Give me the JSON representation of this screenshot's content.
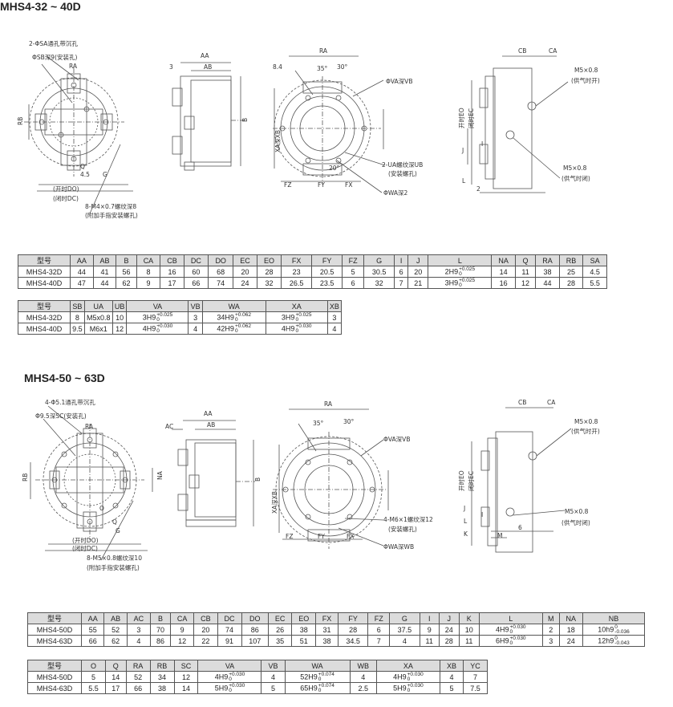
{
  "section1": {
    "title": "MHS4-32 ~ 40D",
    "labels": {
      "sa_hole": "2-ΦSA通孔带沉孔",
      "sb_depth": "ΦSB深9(安装孔)",
      "ra_small": "RA",
      "rb": "RB",
      "open_do": "(开时DO)",
      "closed_dc": "(闭时DC)",
      "thread_m4": "8-M4×0.7螺纹深8",
      "finger_note": "(附加手指安装螺孔)",
      "dim_45": "4.5",
      "dim_g": "G",
      "dim_q": "Q",
      "dim_aa": "AA",
      "dim_ab": "AB",
      "dim_3": "3",
      "dim_b": "B",
      "dim_ra": "RA",
      "dim_84": "8.4",
      "dim_35": "35°",
      "dim_30": "30°",
      "va_depth": "ΦVA深VB",
      "ua_thread": "2-UA螺纹深UB",
      "install_hole": "(安装螺孔)",
      "wa_depth": "ΦWA深2",
      "xa_xb": "XA深XB",
      "dim_fz": "FZ",
      "dim_fy": "FY",
      "dim_fx": "FX",
      "dim_20": "20°",
      "dim_cb": "CB",
      "dim_ca": "CA",
      "m5_open": "M5×0.8",
      "supply_open": "(供气时开)",
      "m5_close": "M5×0.8",
      "supply_close": "(供气时闭)",
      "open_eo": "开时EO",
      "closed_ec": "闭时EC",
      "dim_j": "J",
      "dim_l": "L",
      "dim_2": "2",
      "dim_i": "I"
    }
  },
  "table1": {
    "headers": [
      "型号",
      "AA",
      "AB",
      "B",
      "CA",
      "CB",
      "DC",
      "DO",
      "EC",
      "EO",
      "FX",
      "FY",
      "FZ",
      "G",
      "I",
      "J",
      "L",
      "NA",
      "Q",
      "RA",
      "RB",
      "SA"
    ],
    "rows": [
      [
        "MHS4-32D",
        "44",
        "41",
        "56",
        "8",
        "16",
        "60",
        "68",
        "20",
        "28",
        "23",
        "20.5",
        "5",
        "30.5",
        "6",
        "20",
        "2H9",
        "14",
        "11",
        "38",
        "25",
        "4.5"
      ],
      [
        "MHS4-40D",
        "47",
        "44",
        "62",
        "9",
        "17",
        "66",
        "74",
        "24",
        "32",
        "26.5",
        "23.5",
        "6",
        "32",
        "7",
        "21",
        "3H9",
        "16",
        "12",
        "44",
        "28",
        "5.5"
      ]
    ],
    "l_tol": [
      [
        "+0.025",
        "0"
      ],
      [
        "+0.025",
        "0"
      ]
    ]
  },
  "table2": {
    "headers": [
      "型号",
      "SB",
      "UA",
      "UB",
      "VA",
      "VB",
      "WA",
      "XA",
      "XB"
    ],
    "rows": [
      [
        "MHS4-32D",
        "8",
        "M5x0.8",
        "10",
        "3H9",
        "3",
        "34H9",
        "3H9",
        "3"
      ],
      [
        "MHS4-40D",
        "9.5",
        "M6x1",
        "12",
        "4H9",
        "4",
        "42H9",
        "4H9",
        "4"
      ]
    ],
    "va_tol": [
      [
        "+0.025",
        "0"
      ],
      [
        "+0.030",
        "0"
      ]
    ],
    "wa_tol": [
      [
        "+0.062",
        "0"
      ],
      [
        "+0.062",
        "0"
      ]
    ],
    "xa_tol": [
      [
        "+0.025",
        "0"
      ],
      [
        "+0.030",
        "0"
      ]
    ]
  },
  "section2": {
    "title": "MHS4-50 ~ 63D",
    "labels": {
      "sa_hole": "4-Φ5.1通孔带沉孔",
      "sc_depth": "Φ9.5深SC(安装孔)",
      "ra_small": "RA",
      "rb": "RB",
      "na": "NA",
      "open_do": "(开时DO)",
      "closed_dc": "(闭时DC)",
      "thread_m5": "8-M5×0.8螺纹深10",
      "finger_note": "(附加手指安装螺孔)",
      "dim_g": "G",
      "dim_q": "Q",
      "dim_o": "O",
      "dim_aa": "AA",
      "dim_ab": "AB",
      "dim_ac": "AC",
      "dim_b": "B",
      "dim_ra": "RA",
      "dim_35": "35°",
      "dim_30": "30°",
      "va_depth": "ΦVA深VB",
      "m6_thread": "4-M6×1螺纹深12",
      "install_hole": "(安装螺孔)",
      "wa_depth": "ΦWA深WB",
      "xa_xb": "XA深XB",
      "dim_fz": "FZ",
      "dim_fy": "FY",
      "dim_fx": "FX",
      "dim_cb": "CB",
      "dim_ca": "CA",
      "m5_open": "M5×0.8",
      "supply_open": "(供气时开)",
      "m5_close": "M5×0.8",
      "supply_close": "(供气时闭)",
      "open_eo": "开时EO",
      "closed_ec": "闭时EC",
      "dim_j": "J",
      "dim_l": "L",
      "dim_k": "K",
      "dim_m": "M",
      "dim_i": "I",
      "dim_6": "6"
    }
  },
  "table3": {
    "headers": [
      "型号",
      "AA",
      "AB",
      "AC",
      "B",
      "CA",
      "CB",
      "DC",
      "DO",
      "EC",
      "EO",
      "FX",
      "FY",
      "FZ",
      "G",
      "I",
      "J",
      "K",
      "L",
      "M",
      "NA",
      "NB"
    ],
    "rows": [
      [
        "MHS4-50D",
        "55",
        "52",
        "3",
        "70",
        "9",
        "20",
        "74",
        "86",
        "26",
        "38",
        "31",
        "28",
        "6",
        "37.5",
        "9",
        "24",
        "10",
        "4H9",
        "2",
        "18",
        "10h9"
      ],
      [
        "MHS4-63D",
        "66",
        "62",
        "4",
        "86",
        "12",
        "22",
        "91",
        "107",
        "35",
        "51",
        "38",
        "34.5",
        "7",
        "4",
        "11",
        "28",
        "11",
        "6H9",
        "3",
        "24",
        "12h9"
      ]
    ],
    "l_tol": [
      [
        "+0.030",
        "0"
      ],
      [
        "+0.030",
        "0"
      ]
    ],
    "nb_tol": [
      [
        "0",
        "-0.036"
      ],
      [
        "0",
        "-0.043"
      ]
    ]
  },
  "table4": {
    "headers": [
      "型号",
      "O",
      "Q",
      "RA",
      "RB",
      "SC",
      "VA",
      "VB",
      "WA",
      "WB",
      "XA",
      "XB",
      "YC"
    ],
    "rows": [
      [
        "MHS4-50D",
        "5",
        "14",
        "52",
        "34",
        "12",
        "4H9",
        "4",
        "52H9",
        "4",
        "4H9",
        "4",
        "7"
      ],
      [
        "MHS4-63D",
        "5.5",
        "17",
        "66",
        "38",
        "14",
        "5H9",
        "5",
        "65H9",
        "2.5",
        "5H9",
        "5",
        "7.5"
      ]
    ],
    "va_tol": [
      [
        "+0.030",
        "0"
      ],
      [
        "+0.030",
        "0"
      ]
    ],
    "wa_tol": [
      [
        "+0.074",
        "0"
      ],
      [
        "+0.074",
        "0"
      ]
    ],
    "xa_tol": [
      [
        "+0.030",
        "0"
      ],
      [
        "+0.030",
        "0"
      ]
    ]
  }
}
